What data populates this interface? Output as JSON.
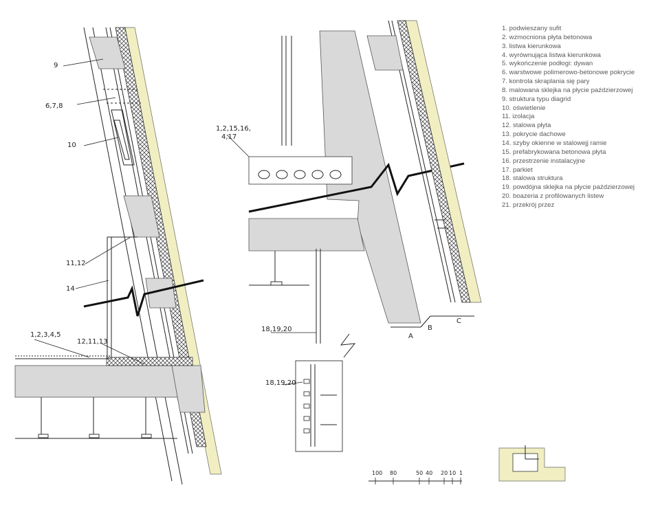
{
  "legend": {
    "items": [
      "1. podwieszany sufit",
      "2. wzmocniona płyta betonowa",
      "3. listwa kierunkowa",
      "4. wyrównująca listwa kierunkowa",
      "5. wykończenie podłogi: dywan",
      "6. warstwowe polimerowo-betonowe pokrycie",
      "7. kontrola skraplania się pary",
      "8. malowana sklejka na płycie paździerzowej",
      "9. struktura typu diagrid",
      "10. oświetlenie",
      "11. izolacja",
      "12. stalowa płyta",
      "13. pokrycie dachowe",
      "14. szyby okienne w stalowejj ramie",
      "15. prefabrykowana betonowa płyta",
      "16. przestrzenie instalacyjne",
      "17. parkiet",
      "18. stalowa struktura",
      "19. powdójna sklejka na płycie paździerzowej",
      "20. boazeria z profilowanych listew",
      "21. przekrój przez"
    ]
  },
  "labels": {
    "l9": "9",
    "l678": "6,7,8",
    "l10": "10",
    "l1215": "1,2,15,16,",
    "l417": "4,17",
    "l1112": "11,12",
    "l14": "14",
    "l12345": "1,2,3,4,5",
    "l121113": "12,11,13",
    "l181920a": "18,19,20",
    "l181920b": "18,19,20",
    "secA": "A",
    "secB": "B",
    "secC": "C"
  },
  "scale": {
    "ticks": [
      "100",
      "80",
      "50",
      "40",
      "20",
      "10",
      "1"
    ]
  }
}
